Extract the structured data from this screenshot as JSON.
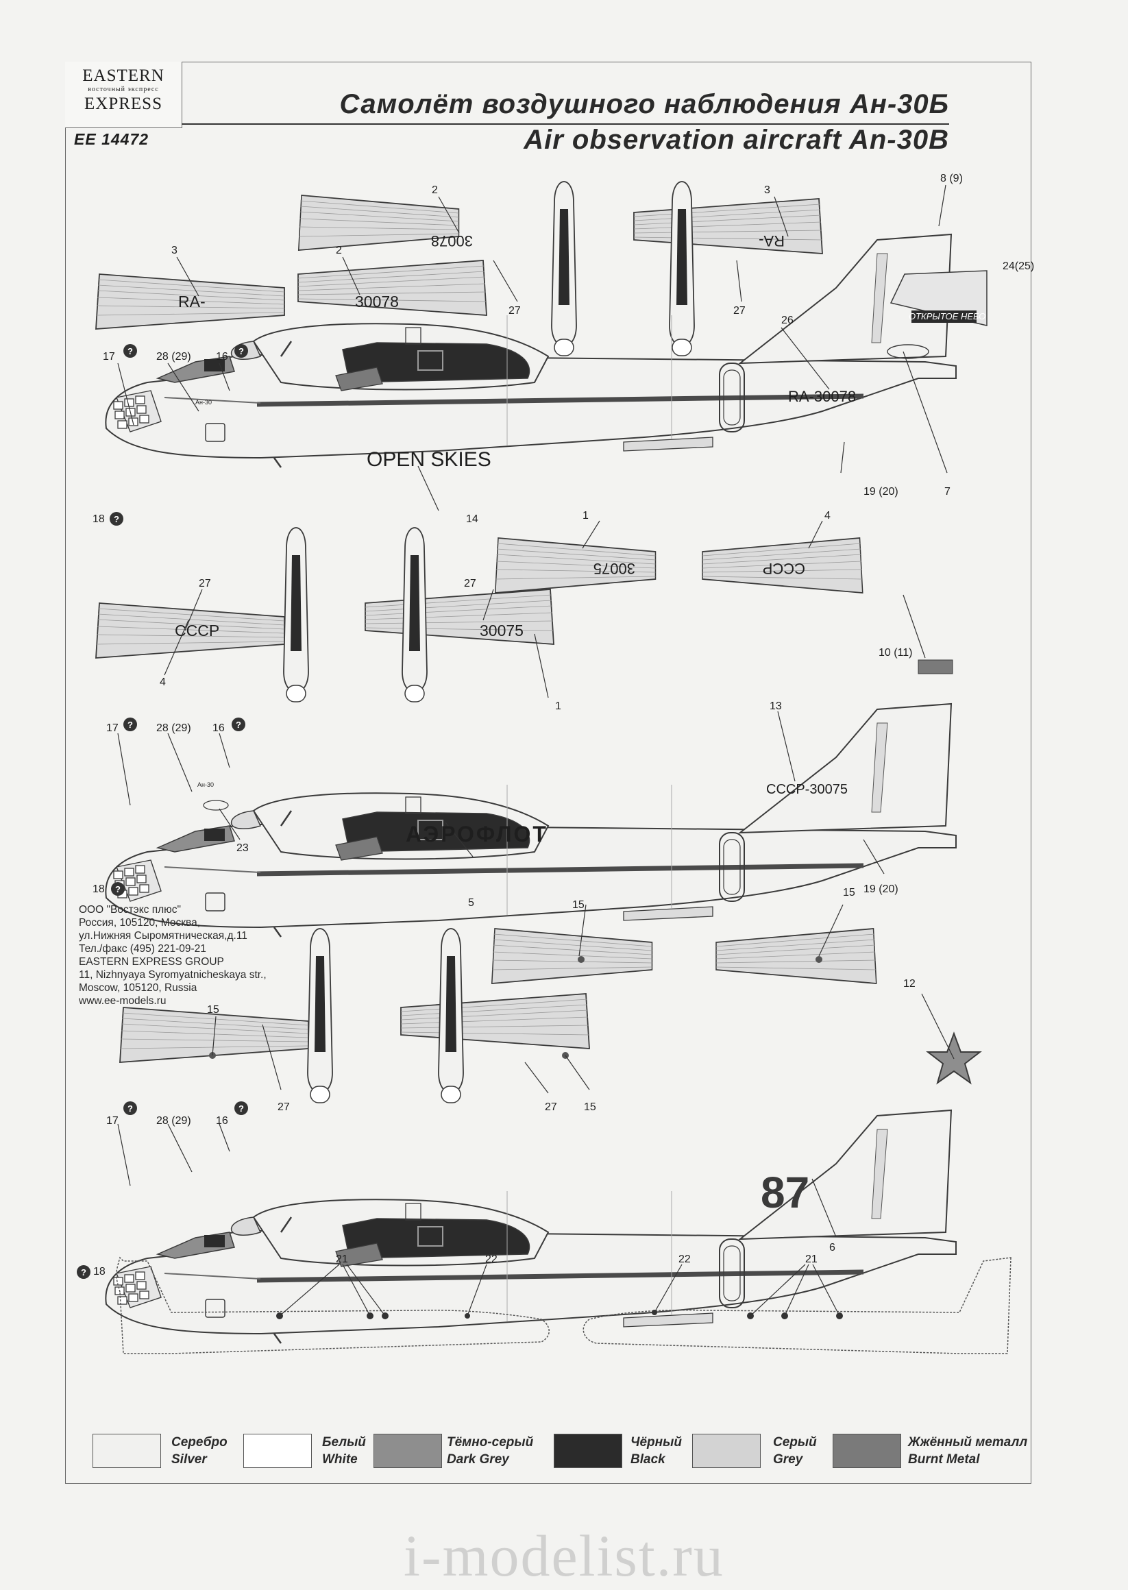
{
  "header": {
    "brand_line1": "EASTERN",
    "brand_line2": "восточный экспресс",
    "brand_line3": "EXPRESS",
    "kit_code": "EE 14472",
    "title_ru": "Самолёт воздушного наблюдения Ан-30Б",
    "title_en": "Air observation aircraft  An-30B"
  },
  "address": [
    "ООО \"Востэкс плюс\"",
    "Россия, 105120, Москва,",
    "ул.Нижняя Сыромятническая,д.11",
    "Тел./факс (495) 221-09-21",
    "EASTERN EXPRESS GROUP",
    "11, Nizhnyaya Syromyatnicheskaya str.,",
    "Moscow, 105120, Russia",
    "www.ee-models.ru"
  ],
  "markings": {
    "open_skies": "OPEN SKIES",
    "reg_ra": "RA-30078",
    "wing_ra": "RA-",
    "wing_30078": "30078",
    "wing_cccp": "СССР",
    "wing_30075": "30075",
    "tail_banner": "ОТКРЫТОЕ НЕБО",
    "aeroflot": "АЭРОФЛОТ",
    "reg_cccp": "СССР-30075",
    "number_87": "87",
    "nose_type": "Ан-30"
  },
  "callouts": {
    "set1": [
      "2",
      "3",
      "2",
      "3",
      "27",
      "27",
      "8 (9)",
      "24(25)",
      "26",
      "17",
      "28 (29)",
      "16",
      "18",
      "14",
      "19 (20)",
      "7"
    ],
    "set2": [
      "1",
      "4",
      "27",
      "27",
      "4",
      "1",
      "10 (11)",
      "13",
      "17",
      "28 (29)",
      "16",
      "18",
      "23",
      "5",
      "19 (20)"
    ],
    "set3": [
      "15",
      "15",
      "15",
      "27",
      "27",
      "15",
      "12",
      "17",
      "28 (29)",
      "16",
      "18",
      "6",
      "21",
      "22",
      "22",
      "21"
    ]
  },
  "legend": [
    {
      "ru": "Серебро",
      "en": "Silver",
      "color": "#f1f1ef"
    },
    {
      "ru": "Белый",
      "en": "White",
      "color": "#ffffff"
    },
    {
      "ru": "Тёмно-серый",
      "en": "Dark Grey",
      "color": "#8e8e8e"
    },
    {
      "ru": "Чёрный",
      "en": "Black",
      "color": "#2b2b2b"
    },
    {
      "ru": "Серый",
      "en": "Grey",
      "color": "#d3d3d3"
    },
    {
      "ru": "Жжённый металл",
      "en": "Burnt Metal",
      "color": "#7a7a7a"
    }
  ],
  "watermark": "i-modelist.ru"
}
